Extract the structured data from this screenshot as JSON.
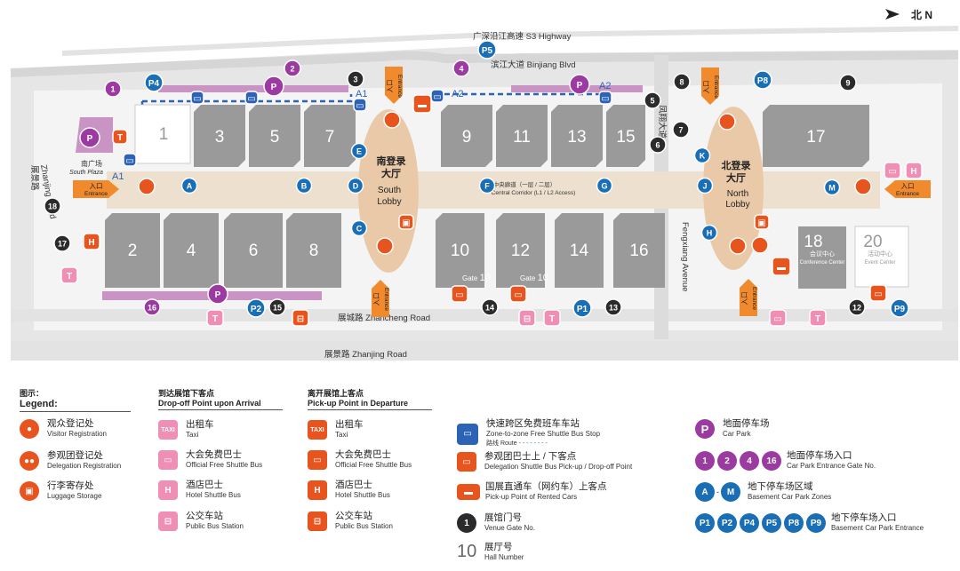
{
  "compass": {
    "label": "北 N"
  },
  "roads": {
    "s3_highway": "广深沿江高速  S3 Highway",
    "binjiang": "滨江大道  Binjiang Blvd",
    "zhancheng": "展城路      Zhancheng Road",
    "zhanjing_bottom": "展景路  Zhanjing Road",
    "zhanjing_left_cn": "展景路",
    "zhanjing_left_en": "Zhanjing Road",
    "fengxiang_cn": "凤翔大道",
    "fengxiang_en": "Fengxiang Avenue"
  },
  "halls": {
    "top": [
      "1",
      "3",
      "5",
      "7",
      "9",
      "11",
      "13",
      "15",
      "17"
    ],
    "bottom": [
      "2",
      "4",
      "6",
      "8",
      "10",
      "12",
      "14",
      "16"
    ],
    "conf_num": "18",
    "conf_cn": "会议中心",
    "conf_en": "Conference Center",
    "event_num": "20",
    "event_cn": "活动中心",
    "event_en": "Event Center"
  },
  "lobbies": {
    "south_cn1": "南登录",
    "south_cn2": "大厅",
    "south_en1": "South",
    "south_en2": "Lobby",
    "north_cn1": "北登录",
    "north_cn2": "大厅",
    "north_en1": "North",
    "north_en2": "Lobby"
  },
  "corridor": {
    "cn": "中央廊道（一层 / 二层）",
    "en": "Central Corridor (L1 / L2 Access)"
  },
  "entrance": {
    "cn": "入口",
    "en": "Entrance"
  },
  "south_plaza": {
    "cn": "南广场",
    "en": "South Plaza"
  },
  "gate_labels": {
    "gate": "Gate",
    "g10": "10"
  },
  "zones": [
    "A",
    "B",
    "C",
    "D",
    "E",
    "F",
    "G",
    "H",
    "J",
    "K",
    "M"
  ],
  "shuttle_stops": [
    "A1",
    "A1",
    "A2",
    "A2"
  ],
  "gates": [
    "1",
    "2",
    "3",
    "4",
    "5",
    "6",
    "7",
    "8",
    "9",
    "12",
    "13",
    "14",
    "15",
    "16",
    "17",
    "18"
  ],
  "basement_entries": [
    "P1",
    "P2",
    "P4",
    "P5",
    "P8",
    "P9"
  ],
  "parking": "P",
  "legend": {
    "title_cn": "图示：",
    "title_en": "Legend:",
    "col1": [
      {
        "cn": "观众登记处",
        "en": "Visitor Registration"
      },
      {
        "cn": "参观团登记处",
        "en": "Delegation Registration"
      },
      {
        "cn": "行李寄存处",
        "en": "Luggage Storage"
      }
    ],
    "col2_head_cn": "到达展馆下客点",
    "col2_head_en": "Drop-off Point upon Arrival",
    "col2": [
      {
        "cn": "出租车",
        "en": "Taxi"
      },
      {
        "cn": "大会免费巴士",
        "en": "Official Free Shuttle Bus"
      },
      {
        "cn": "酒店巴士",
        "en": "Hotel Shuttle Bus"
      },
      {
        "cn": "公交车站",
        "en": "Public Bus Station"
      }
    ],
    "col3_head_cn": "离开展馆上客点",
    "col3_head_en": "Pick-up Point in Departure",
    "col3": [
      {
        "cn": "出租车",
        "en": "Taxi"
      },
      {
        "cn": "大会免费巴士",
        "en": "Official Free Shuttle Bus"
      },
      {
        "cn": "酒店巴士",
        "en": "Hotel Shuttle Bus"
      },
      {
        "cn": "公交车站",
        "en": "Public Bus Station"
      }
    ],
    "col4": [
      {
        "cn": "快速跨区免费班车车站",
        "en": "Zone-to-zone Free Shuttle Bus Stop",
        "extra": "路线 Route"
      },
      {
        "cn": "参观团巴士上 / 下客点",
        "en": "Delegation Shuttle Bus Pick-up / Drop-off Point"
      },
      {
        "cn": "国展直通车（网约车）上客点",
        "en": "Pick-up Point of Rented Cars"
      },
      {
        "cn": "展馆门号",
        "en": "Venue Gate No."
      },
      {
        "cn": "展厅号",
        "en": "Hall Number",
        "num": "10"
      }
    ],
    "col5": [
      {
        "cn": "地面停车场",
        "en": "Car Park"
      },
      {
        "cn": "地面停车场入口",
        "en": "Car Park Entrance Gate No.",
        "nums": [
          "1",
          "2",
          "4",
          "16"
        ]
      },
      {
        "cn": "地下停车场区域",
        "en": "Basement Car Park Zones",
        "nums": [
          "A",
          "M"
        ]
      },
      {
        "cn": "地下停车场入口",
        "en": "Basement Car Park Entrance",
        "nums": [
          "P1",
          "P2",
          "P4",
          "P5",
          "P8",
          "P9"
        ]
      }
    ]
  },
  "colors": {
    "orange": "#e8541e",
    "purple": "#9b3aa0",
    "blue": "#1a6eb5",
    "black": "#2b2b2b",
    "pink": "#ef8fb5",
    "hall": "#9a9a9a",
    "lobby": "#e9c9a8",
    "road": "#e3e3e3"
  }
}
